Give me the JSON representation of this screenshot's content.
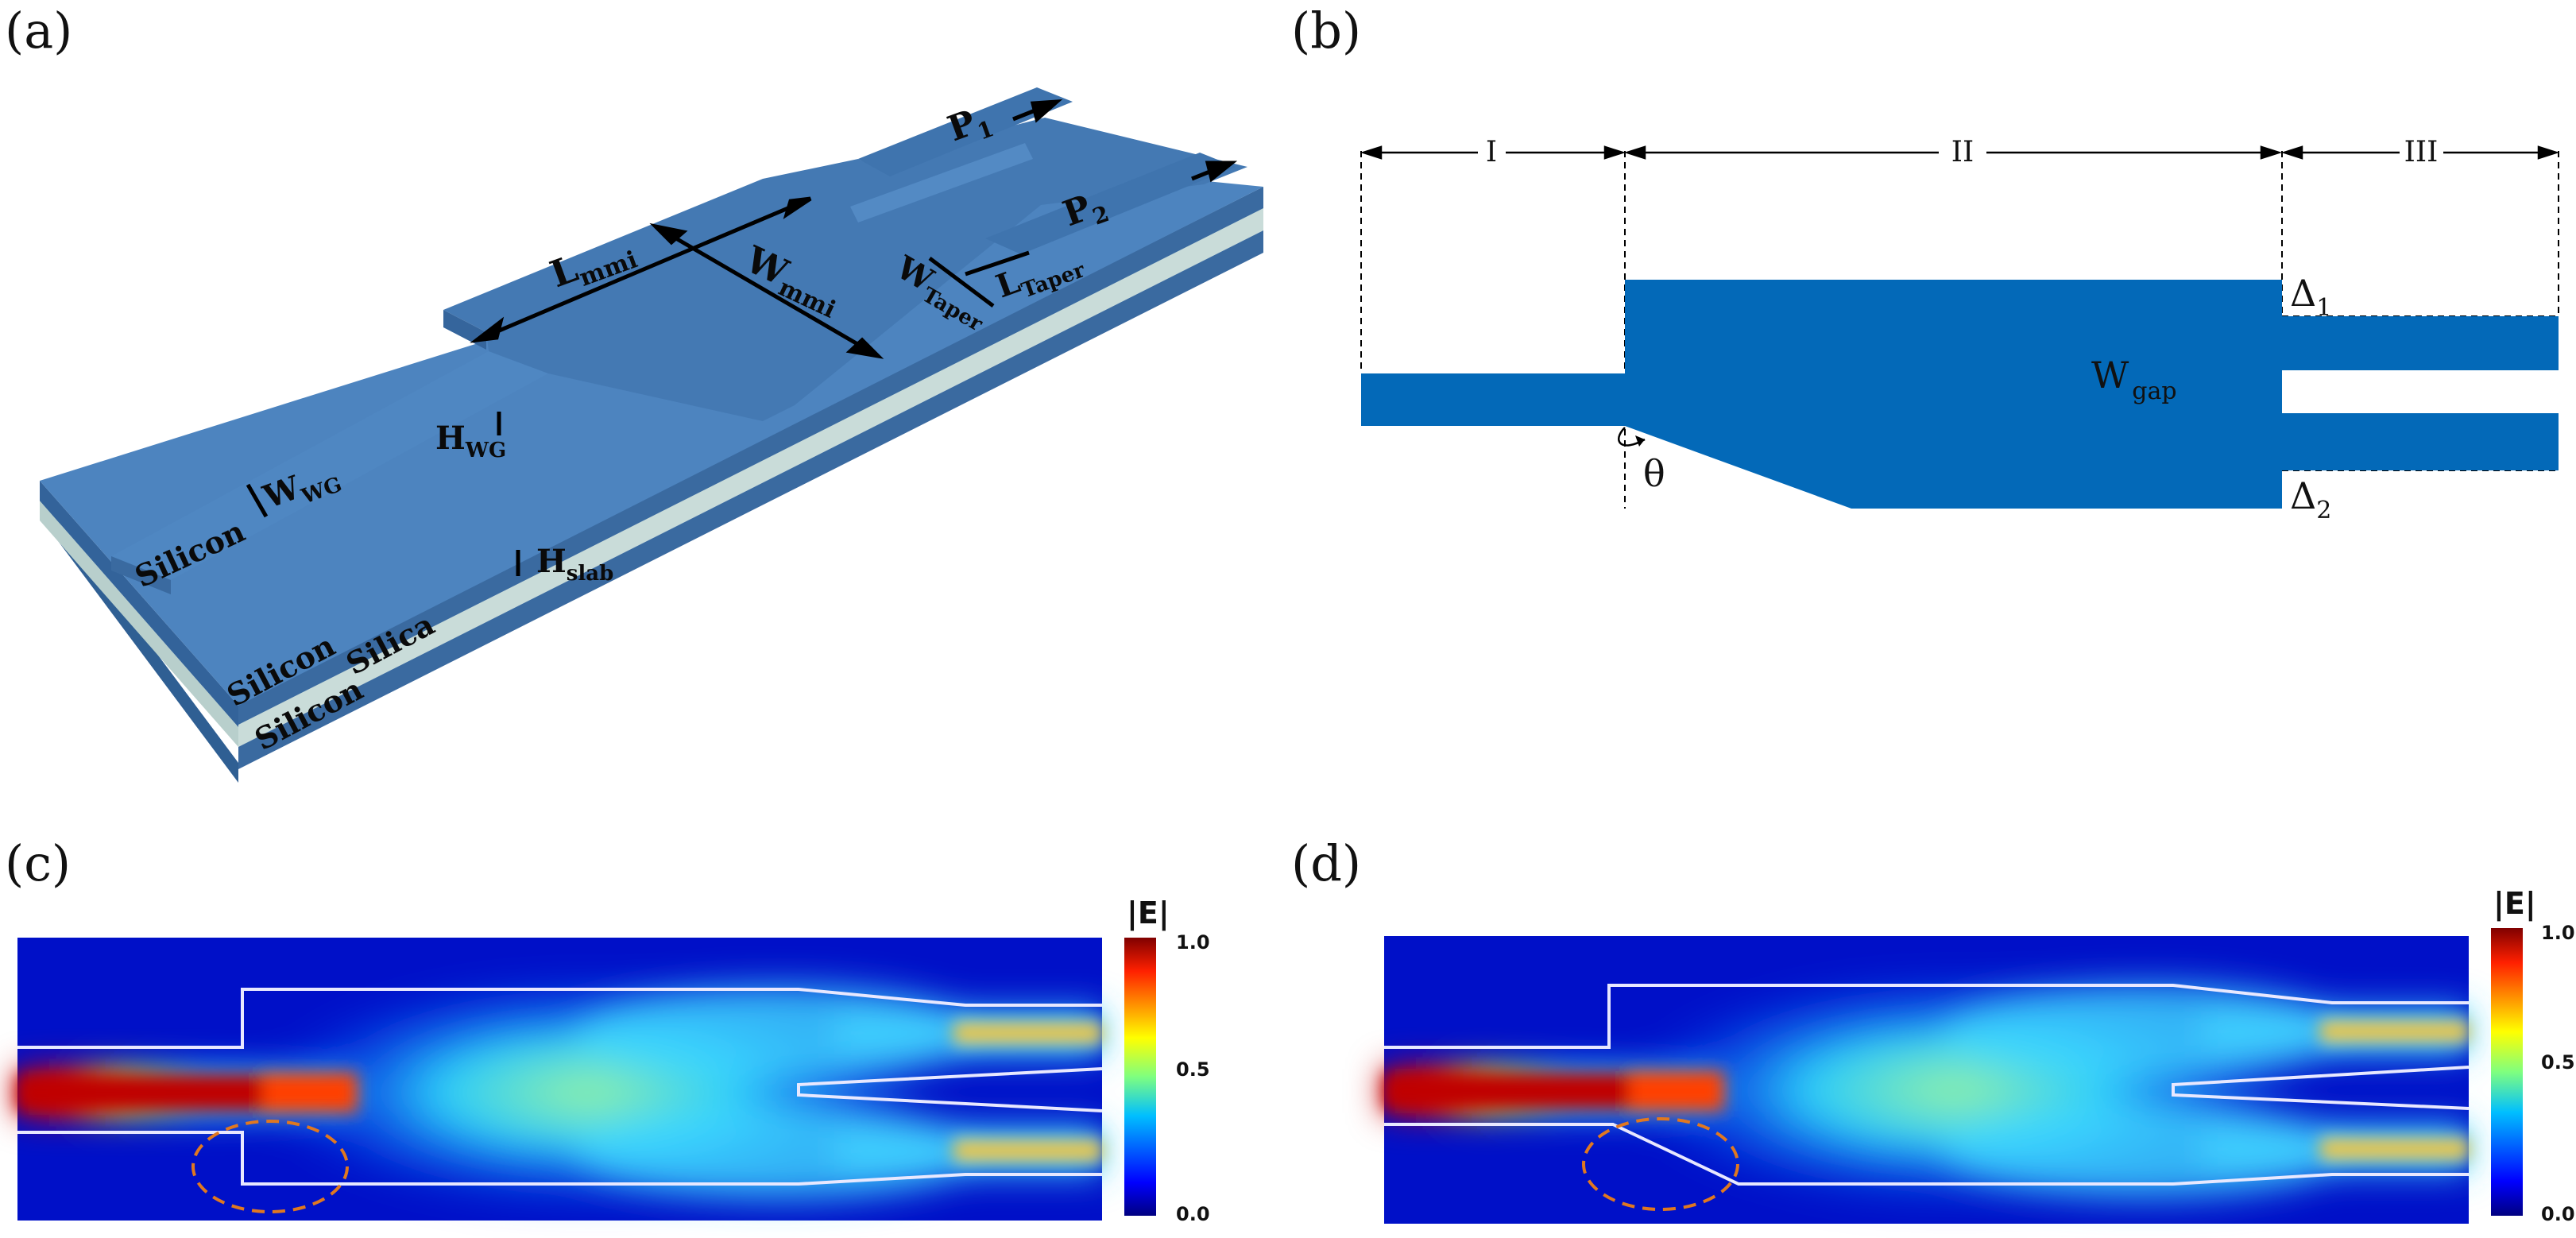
{
  "panels": {
    "a": {
      "label": "(a)"
    },
    "b": {
      "label": "(b)"
    },
    "c": {
      "label": "(c)"
    },
    "d": {
      "label": "(d)"
    }
  },
  "panel_a": {
    "p1": "P",
    "p1_sub": "1",
    "p2": "P",
    "p2_sub": "2",
    "lmmi": "L",
    "lmmi_sub": "mmi",
    "wmmi": "W",
    "wmmi_sub": "mmi",
    "wtaper": "W",
    "wtaper_sub": "Taper",
    "ltaper": "L",
    "ltaper_sub": "Taper",
    "hwg": "H",
    "hwg_sub": "WG",
    "wwg": "W",
    "wwg_sub": "WG",
    "hslab": "H",
    "hslab_sub": "slab",
    "silicon_wg": "Silicon",
    "silicon_mid": "Silicon",
    "silica": "Silica",
    "silicon_bottom": "Silicon",
    "colors": {
      "top": "#4d84bf",
      "side": "#3a6aa0",
      "silica": "#c9dcd9"
    }
  },
  "panel_b": {
    "region1": "I",
    "region2": "II",
    "region3": "III",
    "theta": "θ",
    "wgap": "W",
    "wgap_sub": "gap",
    "delta1": "Δ",
    "delta1_sub": "1",
    "delta2": "Δ",
    "delta2_sub": "2",
    "color": "#0369b8"
  },
  "colorbar": {
    "title": "|E|",
    "ticks": [
      "1.0",
      "0.5",
      "0.0"
    ],
    "range": [
      0,
      1
    ]
  }
}
